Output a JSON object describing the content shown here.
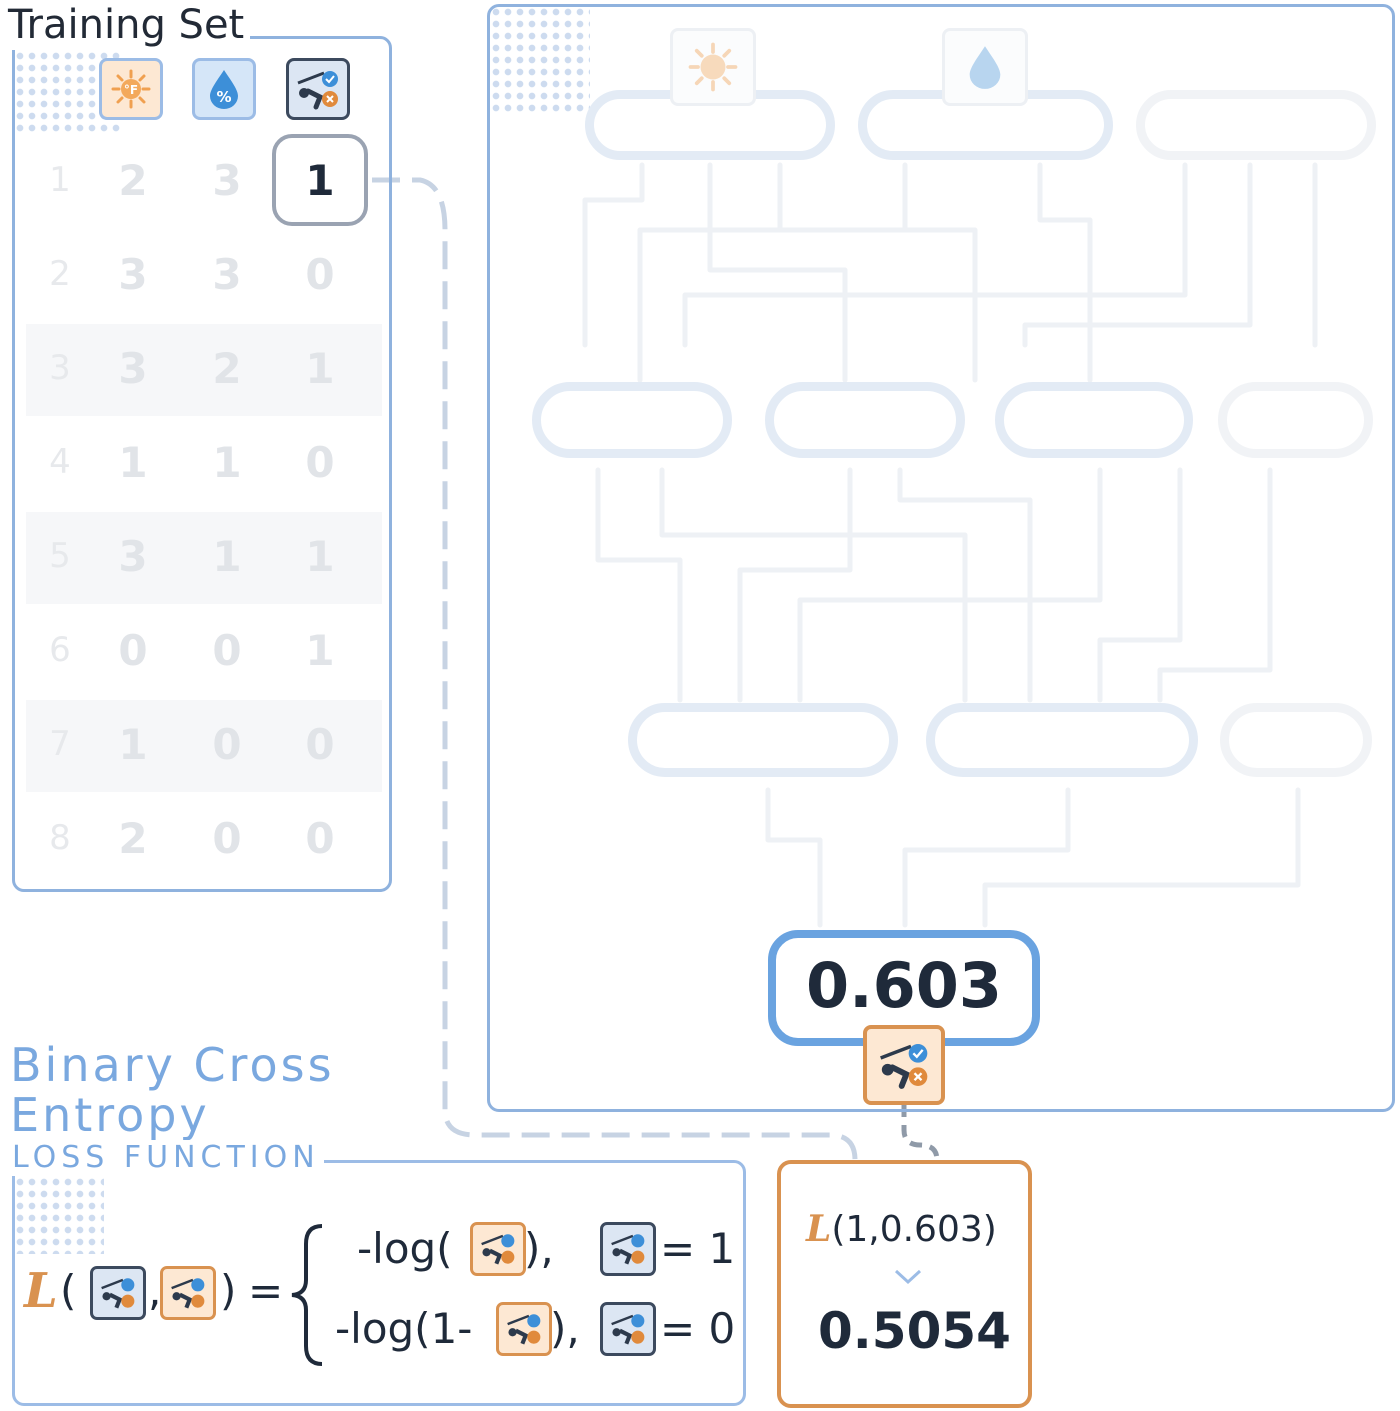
{
  "training_set": {
    "title": "Training Set",
    "header_icons": [
      "temperature-icon",
      "humidity-icon",
      "golf-play-icon"
    ],
    "highlight_value": "1",
    "rows": [
      {
        "idx": "1",
        "temp": "2",
        "humidity": "3",
        "label": ""
      },
      {
        "idx": "2",
        "temp": "3",
        "humidity": "3",
        "label": "0"
      },
      {
        "idx": "3",
        "temp": "3",
        "humidity": "2",
        "label": "1"
      },
      {
        "idx": "4",
        "temp": "1",
        "humidity": "1",
        "label": "0"
      },
      {
        "idx": "5",
        "temp": "3",
        "humidity": "1",
        "label": "1"
      },
      {
        "idx": "6",
        "temp": "0",
        "humidity": "0",
        "label": "1"
      },
      {
        "idx": "7",
        "temp": "1",
        "humidity": "0",
        "label": "0"
      },
      {
        "idx": "8",
        "temp": "2",
        "humidity": "0",
        "label": "0"
      }
    ]
  },
  "network": {
    "input_icons": [
      "temperature-icon",
      "humidity-icon"
    ],
    "output_value": "0.603",
    "output_icon": "golf-play-icon"
  },
  "loss": {
    "title_line1": "Binary Cross",
    "title_line2": "Entropy",
    "subtitle": "LOSS FUNCTION",
    "symbol": "L",
    "lparen": "(",
    "comma": ",",
    "rparen": ")",
    "equals": "=",
    "case1_prefix": "-log(",
    "case1_suffix": "),",
    "case1_condition": "= 1",
    "case2_prefix": "-log(1-",
    "case2_suffix": "),",
    "case2_condition": "= 0"
  },
  "result": {
    "symbol": "L",
    "args": "(1,0.603)",
    "value": "0.5054"
  },
  "colors": {
    "panel_border": "#8fb2de",
    "accent_orange": "#d99250",
    "accent_blue": "#6aa3e0",
    "text_dark": "#1f2a3a"
  }
}
